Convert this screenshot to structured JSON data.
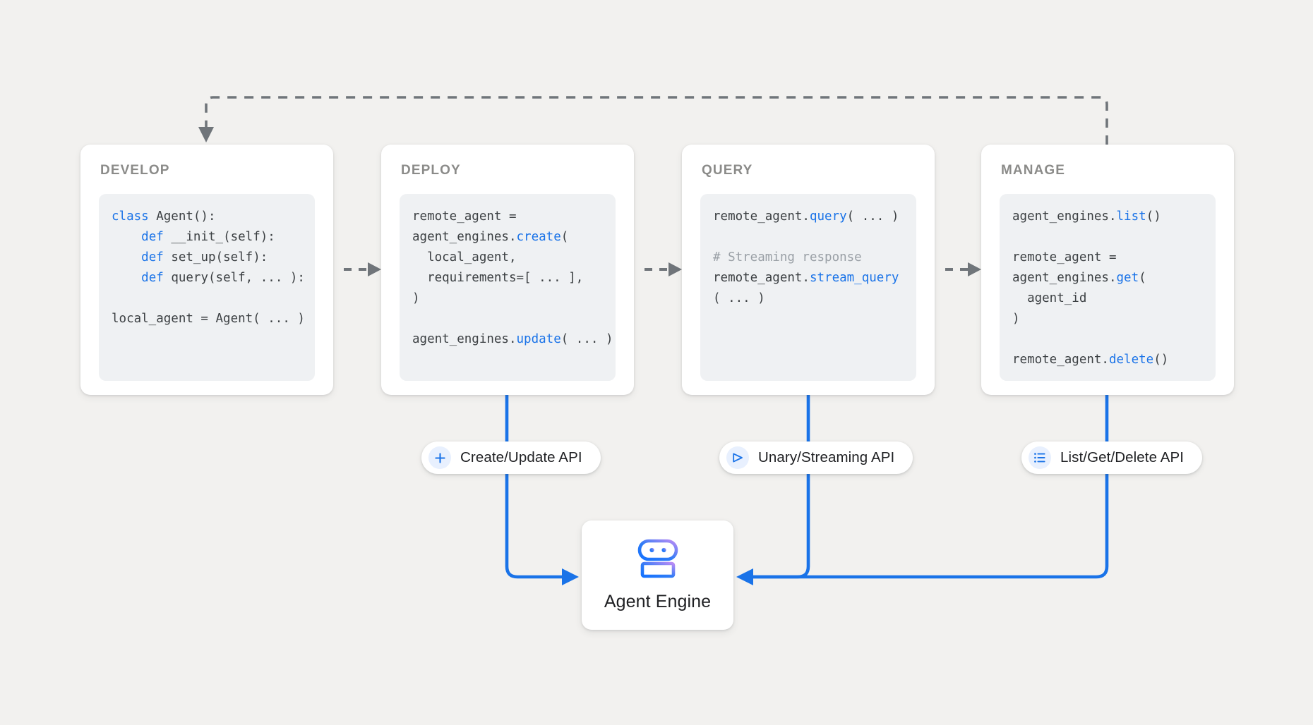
{
  "background_color": "#f2f1ef",
  "accent_blue": "#1a73e8",
  "dashed_gray": "#70757a",
  "stages": [
    {
      "id": "develop",
      "title": "DEVELOP",
      "code_lines": [
        {
          "segments": [
            {
              "t": "class ",
              "c": "kw"
            },
            {
              "t": "Agent():",
              "c": ""
            }
          ]
        },
        {
          "segments": [
            {
              "t": "    ",
              "c": ""
            },
            {
              "t": "def ",
              "c": "kw"
            },
            {
              "t": "__init_(self):",
              "c": ""
            }
          ]
        },
        {
          "segments": [
            {
              "t": "    ",
              "c": ""
            },
            {
              "t": "def ",
              "c": "kw"
            },
            {
              "t": "set_up(self):",
              "c": ""
            }
          ]
        },
        {
          "segments": [
            {
              "t": "    ",
              "c": ""
            },
            {
              "t": "def ",
              "c": "kw"
            },
            {
              "t": "query(self, ... ):",
              "c": ""
            }
          ]
        },
        {
          "segments": [
            {
              "t": "",
              "c": ""
            }
          ]
        },
        {
          "segments": [
            {
              "t": "local_agent = Agent( ... )",
              "c": ""
            }
          ]
        }
      ]
    },
    {
      "id": "deploy",
      "title": "DEPLOY",
      "code_lines": [
        {
          "segments": [
            {
              "t": "remote_agent =",
              "c": ""
            }
          ]
        },
        {
          "segments": [
            {
              "t": "agent_engines.",
              "c": ""
            },
            {
              "t": "create",
              "c": "fn"
            },
            {
              "t": "(",
              "c": ""
            }
          ]
        },
        {
          "segments": [
            {
              "t": "  local_agent,",
              "c": ""
            }
          ]
        },
        {
          "segments": [
            {
              "t": "  requirements=[ ... ],",
              "c": ""
            }
          ]
        },
        {
          "segments": [
            {
              "t": ")",
              "c": ""
            }
          ]
        },
        {
          "segments": [
            {
              "t": "",
              "c": ""
            }
          ]
        },
        {
          "segments": [
            {
              "t": "agent_engines.",
              "c": ""
            },
            {
              "t": "update",
              "c": "fn"
            },
            {
              "t": "( ... )",
              "c": ""
            }
          ]
        }
      ]
    },
    {
      "id": "query",
      "title": "QUERY",
      "code_lines": [
        {
          "segments": [
            {
              "t": "remote_agent.",
              "c": ""
            },
            {
              "t": "query",
              "c": "fn"
            },
            {
              "t": "( ... )",
              "c": ""
            }
          ]
        },
        {
          "segments": [
            {
              "t": "",
              "c": ""
            }
          ]
        },
        {
          "segments": [
            {
              "t": "# Streaming response",
              "c": "cm"
            }
          ]
        },
        {
          "segments": [
            {
              "t": "remote_agent.",
              "c": ""
            },
            {
              "t": "stream_query",
              "c": "fn"
            }
          ]
        },
        {
          "segments": [
            {
              "t": "( ... )",
              "c": ""
            }
          ]
        }
      ]
    },
    {
      "id": "manage",
      "title": "MANAGE",
      "code_lines": [
        {
          "segments": [
            {
              "t": "agent_engines.",
              "c": ""
            },
            {
              "t": "list",
              "c": "fn"
            },
            {
              "t": "()",
              "c": ""
            }
          ]
        },
        {
          "segments": [
            {
              "t": "",
              "c": ""
            }
          ]
        },
        {
          "segments": [
            {
              "t": "remote_agent =",
              "c": ""
            }
          ]
        },
        {
          "segments": [
            {
              "t": "agent_engines.",
              "c": ""
            },
            {
              "t": "get",
              "c": "fn"
            },
            {
              "t": "(",
              "c": ""
            }
          ]
        },
        {
          "segments": [
            {
              "t": "  agent_id",
              "c": ""
            }
          ]
        },
        {
          "segments": [
            {
              "t": ")",
              "c": ""
            }
          ]
        },
        {
          "segments": [
            {
              "t": "",
              "c": ""
            }
          ]
        },
        {
          "segments": [
            {
              "t": "remote_agent.",
              "c": ""
            },
            {
              "t": "delete",
              "c": "fn"
            },
            {
              "t": "()",
              "c": ""
            }
          ]
        }
      ]
    }
  ],
  "api_pills": [
    {
      "id": "create-update",
      "label": "Create/Update API",
      "icon": "plus-icon"
    },
    {
      "id": "unary-streaming",
      "label": "Unary/Streaming API",
      "icon": "send-icon"
    },
    {
      "id": "list-get-delete",
      "label": "List/Get/Delete API",
      "icon": "list-icon"
    }
  ],
  "agent_engine": {
    "label": "Agent Engine",
    "icon": "robot-icon",
    "gradient_from": "#1a73e8",
    "gradient_to": "#b388ff"
  },
  "connectors": {
    "feedback_loop": "manage-to-develop",
    "stage_flow": [
      "develop-to-deploy",
      "deploy-to-query",
      "query-to-manage"
    ],
    "api_flow": [
      "deploy-to-agent-engine",
      "query-to-agent-engine",
      "manage-to-agent-engine"
    ]
  }
}
